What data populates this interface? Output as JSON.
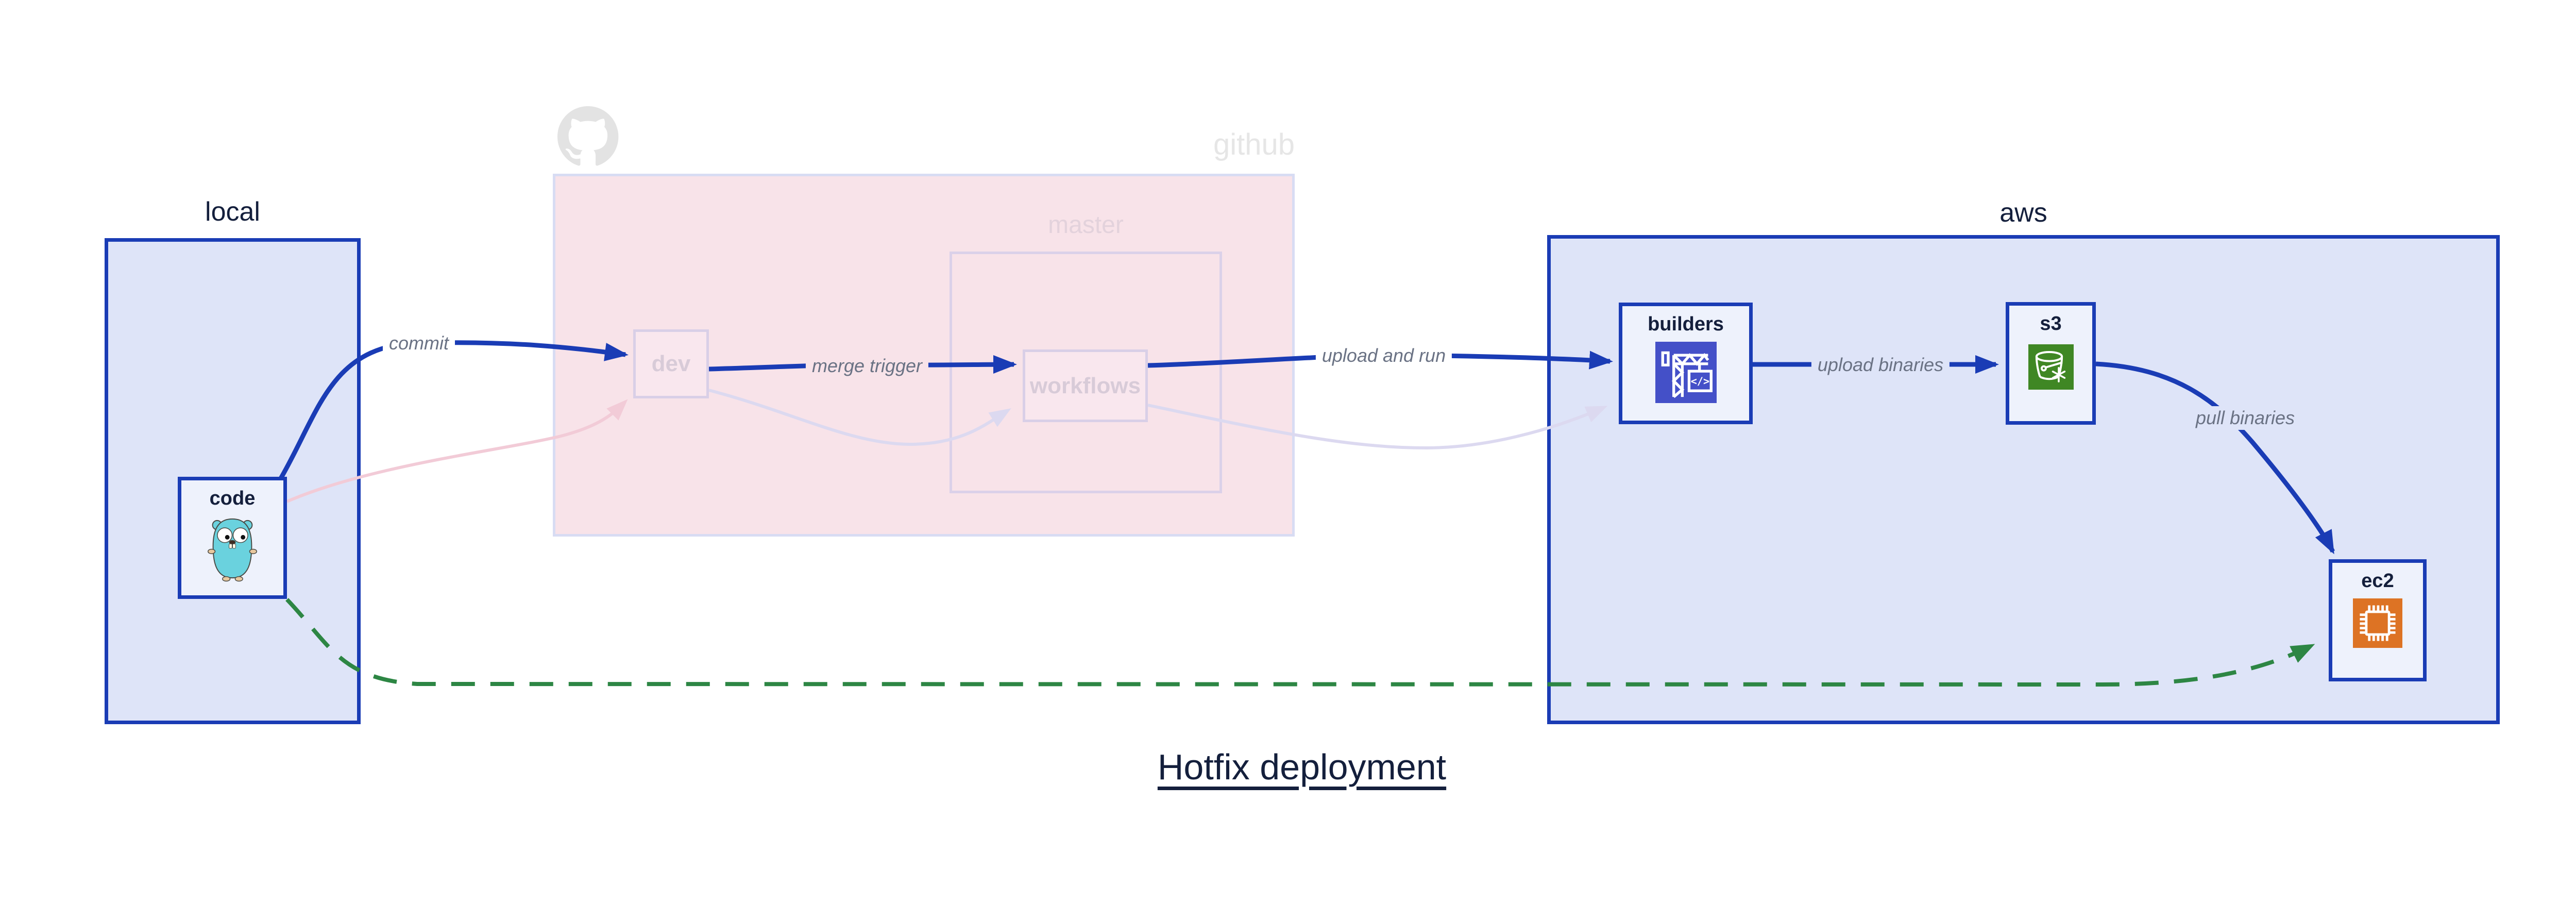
{
  "title": "Hotfix deployment",
  "containers": {
    "local": "local",
    "github": "github",
    "master": "master",
    "aws": "aws"
  },
  "nodes": {
    "code": "code",
    "dev": "dev",
    "workflows": "workflows",
    "builders": "builders",
    "s3": "s3",
    "ec2": "ec2"
  },
  "edges": {
    "commit": "commit",
    "merge_trigger": "merge trigger",
    "upload_and_run": "upload and run",
    "upload_binaries": "upload binaries",
    "pull_binaries": "pull binaries"
  },
  "icons": {
    "gopher": "go-gopher-icon",
    "octocat": "github-octocat-icon",
    "codebuild": "crane-codebuild-icon",
    "codebuild_glyph": "</>",
    "s3_bucket": "s3-bucket-snowflake-icon",
    "ec2_chip": "cpu-chip-icon"
  },
  "colors": {
    "accent_blue": "#1a3cb5",
    "container_fill": "#dee4f8",
    "node_fill": "#eef2fc",
    "github_fill": "#f8e3e9",
    "github_border": "#d8dcf3",
    "master_border": "#dbd1e9",
    "faded_node_fill": "#f9e7ee",
    "faded_node_border": "#d9cfe7",
    "faded_node_text": "#d8cbd8",
    "faded_path": "#dcd9f0",
    "faded_pink_path": "#f2cbd7",
    "hotfix_green": "#2d8644",
    "navy_text": "#141f3c",
    "edge_label_color": "#6a7284",
    "github_label_color": "#e6e6e6",
    "master_label_color": "#e3d2dc",
    "octocat_gray": "#e3e3e3",
    "builders_icon_bg": "#4450c8",
    "s3_icon_bg": "#3f8724",
    "ec2_icon_bg": "#dd7324"
  }
}
